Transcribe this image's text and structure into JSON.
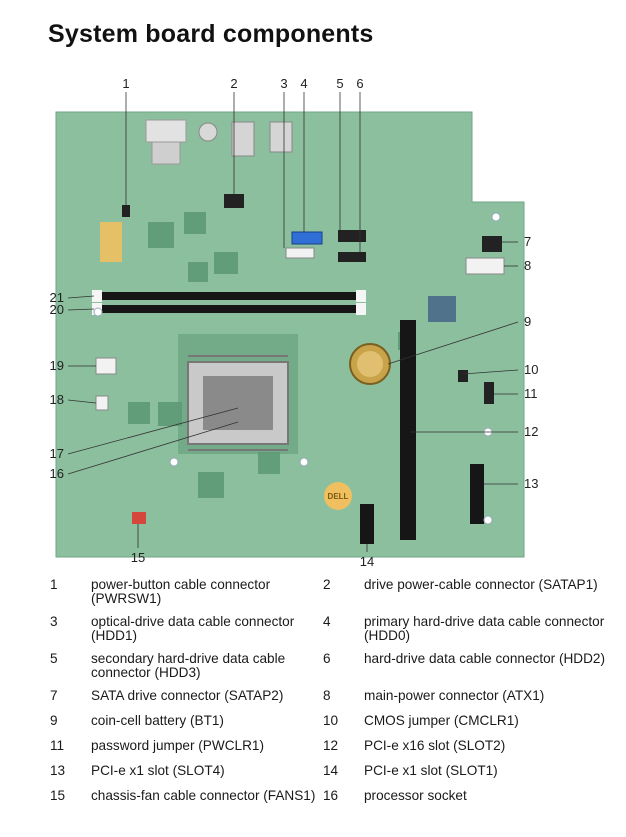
{
  "page": {
    "title": "System board components"
  },
  "callouts": [
    "1",
    "2",
    "3",
    "4",
    "5",
    "6",
    "7",
    "8",
    "9",
    "10",
    "11",
    "12",
    "13",
    "14",
    "15",
    "16",
    "17",
    "18",
    "19",
    "20",
    "21"
  ],
  "logo": {
    "text": "DELL"
  },
  "colors": {
    "board": "#8cbf9e",
    "board_dark": "#5e9a76",
    "sata_blue": "#2f6fd6",
    "fan_red": "#d6473b",
    "dimm_black": "#161616",
    "socket_silver": "#c9c9c9"
  },
  "legend": [
    {
      "num": "1",
      "label": "power-button cable connector (PWRSW1)"
    },
    {
      "num": "2",
      "label": "drive power-cable connector (SATAP1)"
    },
    {
      "num": "3",
      "label": "optical-drive data cable connector (HDD1)"
    },
    {
      "num": "4",
      "label": "primary hard-drive data cable connector (HDD0)"
    },
    {
      "num": "5",
      "label": "secondary hard-drive data cable connector (HDD3)"
    },
    {
      "num": "6",
      "label": "hard-drive data cable connector (HDD2)"
    },
    {
      "num": "7",
      "label": "SATA drive connector (SATAP2)"
    },
    {
      "num": "8",
      "label": "main-power connector (ATX1)"
    },
    {
      "num": "9",
      "label": "coin-cell battery (BT1)"
    },
    {
      "num": "10",
      "label": "CMOS jumper (CMCLR1)"
    },
    {
      "num": "11",
      "label": "password jumper (PWCLR1)"
    },
    {
      "num": "12",
      "label": "PCI-e x16 slot (SLOT2)"
    },
    {
      "num": "13",
      "label": "PCI-e x1 slot (SLOT4)"
    },
    {
      "num": "14",
      "label": "PCI-e x1 slot (SLOT1)"
    },
    {
      "num": "15",
      "label": "chassis-fan cable connector (FANS1)"
    },
    {
      "num": "16",
      "label": "processor socket"
    }
  ]
}
